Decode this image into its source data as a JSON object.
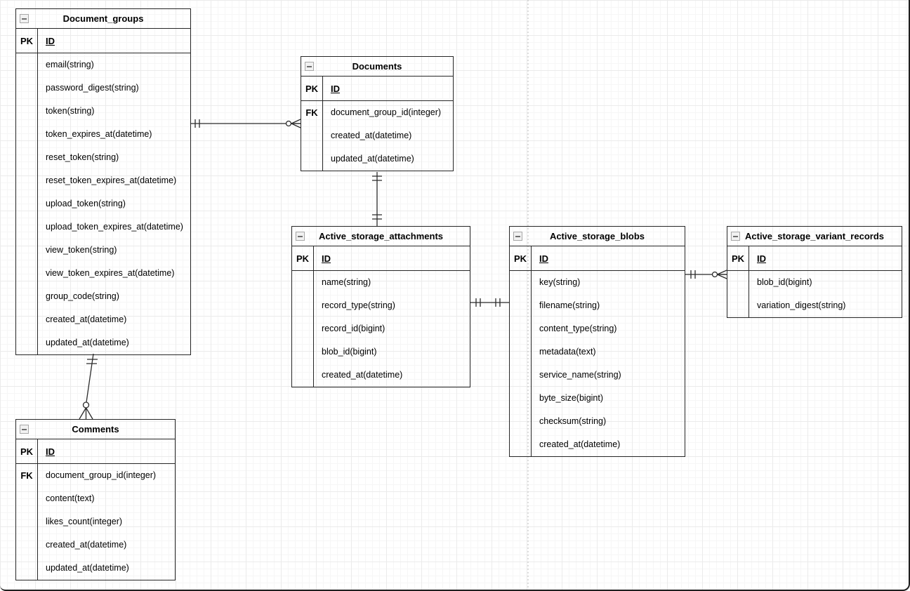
{
  "canvas": {
    "background": "#ffffff",
    "grid_minor_color": "#f6f6f6",
    "grid_major_color": "#ebebeb",
    "page_break_color": "#bdbdbd",
    "line_color": "#2b2b2b",
    "icons": {
      "collapse": "minus-box-icon"
    }
  },
  "labels": {
    "pk": "PK",
    "fk": "FK",
    "id": "ID"
  },
  "entities": {
    "document_groups": {
      "title": "Document_groups",
      "pk_label": "PK",
      "id_label": "ID",
      "fields": [
        {
          "key": "",
          "label": "email(string)"
        },
        {
          "key": "",
          "label": "password_digest(string)"
        },
        {
          "key": "",
          "label": "token(string)"
        },
        {
          "key": "",
          "label": "token_expires_at(datetime)"
        },
        {
          "key": "",
          "label": "reset_token(string)"
        },
        {
          "key": "",
          "label": "reset_token_expires_at(datetime)"
        },
        {
          "key": "",
          "label": "upload_token(string)"
        },
        {
          "key": "",
          "label": "upload_token_expires_at(datetime)"
        },
        {
          "key": "",
          "label": "view_token(string)"
        },
        {
          "key": "",
          "label": "view_token_expires_at(datetime)"
        },
        {
          "key": "",
          "label": "group_code(string)"
        },
        {
          "key": "",
          "label": "created_at(datetime)"
        },
        {
          "key": "",
          "label": "updated_at(datetime)"
        }
      ]
    },
    "documents": {
      "title": "Documents",
      "pk_label": "PK",
      "id_label": "ID",
      "fields": [
        {
          "key": "FK",
          "label": "document_group_id(integer)"
        },
        {
          "key": "",
          "label": "created_at(datetime)"
        },
        {
          "key": "",
          "label": "updated_at(datetime)"
        }
      ]
    },
    "active_storage_attachments": {
      "title": "Active_storage_attachments",
      "pk_label": "PK",
      "id_label": "ID",
      "fields": [
        {
          "key": "",
          "label": "name(string)"
        },
        {
          "key": "",
          "label": "record_type(string)"
        },
        {
          "key": "",
          "label": "record_id(bigint)"
        },
        {
          "key": "",
          "label": "blob_id(bigint)"
        },
        {
          "key": "",
          "label": "created_at(datetime)"
        }
      ]
    },
    "active_storage_blobs": {
      "title": "Active_storage_blobs",
      "pk_label": "PK",
      "id_label": "ID",
      "fields": [
        {
          "key": "",
          "label": "key(string)"
        },
        {
          "key": "",
          "label": "filename(string)"
        },
        {
          "key": "",
          "label": "content_type(string)"
        },
        {
          "key": "",
          "label": "metadata(text)"
        },
        {
          "key": "",
          "label": "service_name(string)"
        },
        {
          "key": "",
          "label": "byte_size(bigint)"
        },
        {
          "key": "",
          "label": "checksum(string)"
        },
        {
          "key": "",
          "label": "created_at(datetime)"
        }
      ]
    },
    "active_storage_variant_records": {
      "title": "Active_storage_variant_records",
      "pk_label": "PK",
      "id_label": "ID",
      "fields": [
        {
          "key": "",
          "label": "blob_id(bigint)"
        },
        {
          "key": "",
          "label": "variation_digest(string)"
        }
      ]
    },
    "comments": {
      "title": "Comments",
      "pk_label": "PK",
      "id_label": "ID",
      "fields": [
        {
          "key": "FK",
          "label": "document_group_id(integer)"
        },
        {
          "key": "",
          "label": "content(text)"
        },
        {
          "key": "",
          "label": "likes_count(integer)"
        },
        {
          "key": "",
          "label": "created_at(datetime)"
        },
        {
          "key": "",
          "label": "updated_at(datetime)"
        }
      ]
    }
  },
  "relationships": [
    {
      "from": "Document_groups",
      "to": "Documents",
      "from_marker": "exactly-one",
      "to_marker": "zero-or-many"
    },
    {
      "from": "Documents",
      "to": "Active_storage_attachments",
      "from_marker": "exactly-one",
      "to_marker": "exactly-one"
    },
    {
      "from": "Document_groups",
      "to": "Comments",
      "from_marker": "exactly-one",
      "to_marker": "zero-or-many"
    },
    {
      "from": "Active_storage_attachments",
      "to": "Active_storage_blobs",
      "from_marker": "exactly-one",
      "to_marker": "exactly-one"
    },
    {
      "from": "Active_storage_blobs",
      "to": "Active_storage_variant_records",
      "from_marker": "exactly-one",
      "to_marker": "zero-or-many"
    }
  ]
}
